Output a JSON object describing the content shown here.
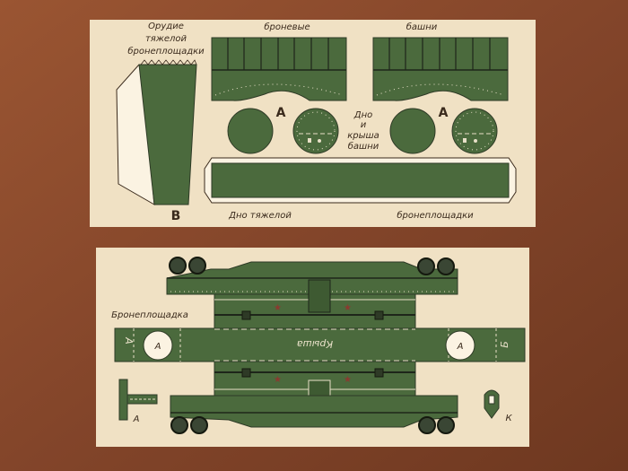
{
  "colors": {
    "wood": "#8a4a2b",
    "card": "#f0e1c4",
    "green": "#4b6a3d",
    "dark": "#2e3a26",
    "star": "#8a3a30"
  },
  "card_top": {
    "gun_label": [
      "Орудие",
      "тяжелой",
      "бронеплощадки"
    ],
    "gun_letter": "В",
    "turret_label_left": "броневые",
    "turret_label_right": "башни",
    "letter_a_left": "А",
    "letter_a_right": "А",
    "disc_label": [
      "Дно",
      "и",
      "крыша",
      "башни"
    ],
    "floor_label_left": "Дно тяжелой",
    "floor_label_right": "бронеплощадки"
  },
  "card_bottom": {
    "title": "Бронеплощадка",
    "roof_label": "Крыша",
    "hole_left": "А",
    "hole_right": "А",
    "tab_left": "А",
    "tab_right": "Б",
    "t_piece_label": "А",
    "hatch_label": "К"
  }
}
